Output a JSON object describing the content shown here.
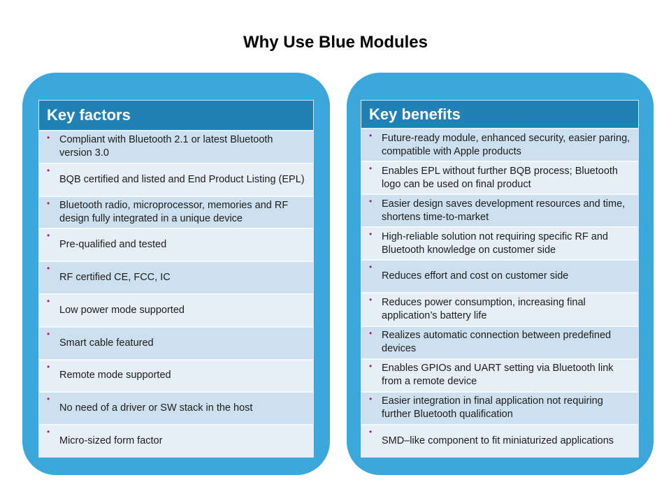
{
  "title": "Why Use Blue Modules",
  "colors": {
    "panel": "#3ba7db",
    "header": "#2181b5",
    "row_dark": "#cde0ef",
    "row_light": "#e6eff8",
    "bullet": "#a0207a"
  },
  "key_factors": {
    "heading": "Key factors",
    "bullet_icon": "•",
    "items": [
      "Compliant with Bluetooth 2.1 or latest Bluetooth version 3.0",
      "BQB certified and listed and End Product Listing (EPL)",
      "Bluetooth radio, microprocessor, memories and RF design fully integrated in a unique device",
      "Pre-qualified and tested",
      "RF certified CE, FCC, IC",
      "Low power mode supported",
      "Smart cable featured",
      "Remote mode supported",
      "No need of a driver or SW stack in the host",
      "Micro-sized form factor"
    ]
  },
  "key_benefits": {
    "heading": "Key benefits",
    "bullet_icon": "•",
    "items": [
      "Future-ready module, enhanced security, easier paring, compatible with Apple products",
      "Enables EPL without further BQB process; Bluetooth logo can be used on final product",
      "Easier design saves development resources and time, shortens time-to-market",
      "High-reliable solution not requiring specific RF and Bluetooth knowledge on customer side",
      "Reduces effort and cost on customer side",
      "Reduces power consumption, increasing final application’s battery life",
      "Realizes automatic connection between predefined devices",
      "Enables GPIOs and UART setting via Bluetooth link from a remote device",
      "Easier integration in final application not requiring further Bluetooth qualification",
      "SMD–like component to fit miniaturized applications"
    ]
  }
}
